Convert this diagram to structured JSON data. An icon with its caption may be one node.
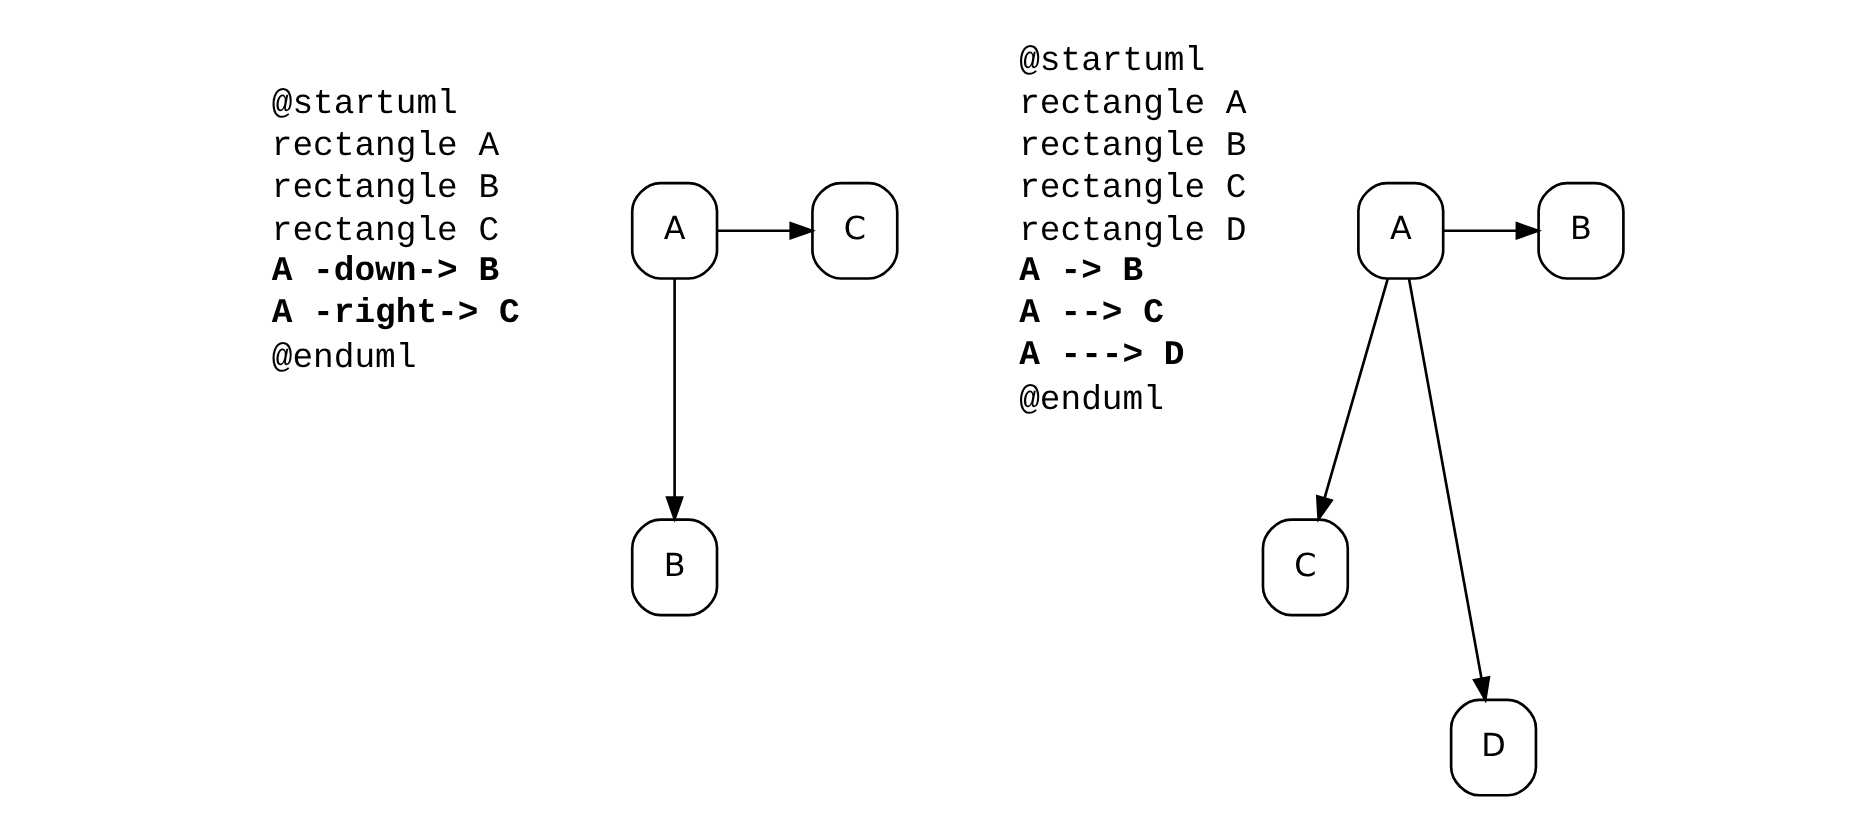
{
  "diagram": {
    "nodes": [
      {
        "text": [
          "A"
        ]
      },
      {
        "text": [
          "B"
        ]
      },
      {
        "text": [
          "C"
        ]
      },
      {
        "text": [
          "A"
        ]
      },
      {
        "text": [
          "B"
        ]
      },
      {
        "text": [
          "C"
        ]
      },
      {
        "text": [
          "D"
        ]
      }
    ],
    "edges": [
      {
        "from": 0,
        "to": 2,
        "arrow": "to"
      },
      {
        "from": 0,
        "to": 1,
        "arrow": "to"
      },
      {
        "from": 3,
        "to": 4,
        "arrow": "to"
      },
      {
        "from": 3,
        "to": 5,
        "arrow": "to"
      },
      {
        "from": 3,
        "to": 6,
        "arrow": "to"
      }
    ],
    "labels": [
      "@startuml",
      "rectangle A",
      "rectangle B",
      "rectangle C",
      "**A -down-> B**",
      "**A -right-> C**",
      "@enduml",
      "@startuml",
      "rectangle A",
      "rectangle B",
      "rectangle C",
      "rectangle D",
      "**A -> B**",
      "**A --> C**",
      "**A ---> D**",
      "@enduml"
    ]
  }
}
